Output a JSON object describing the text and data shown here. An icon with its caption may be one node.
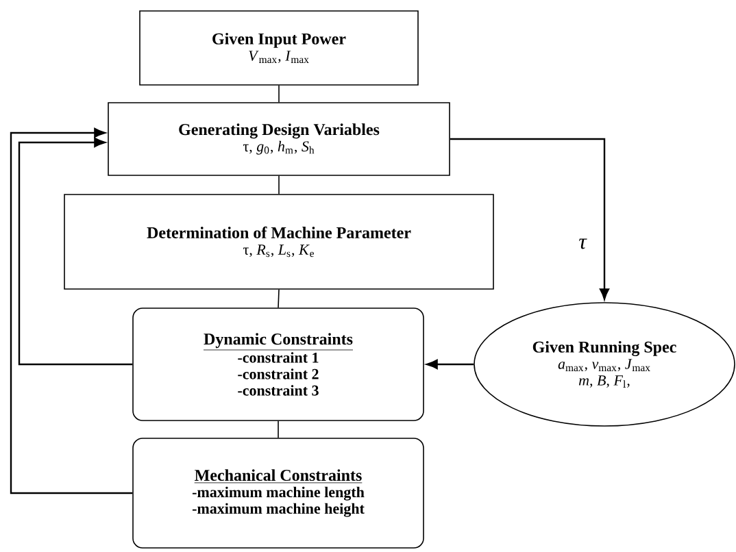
{
  "diagram": {
    "nodes": [
      {
        "text": [
          "Given Input Power",
          "*V*$_{max}$, *I*$_{max}$"
        ]
      },
      {
        "text": [
          "Generating Design Variables",
          "τ, *g*$_{0}$, *h*$_{m}$, *S*$_{h}$"
        ]
      },
      {
        "text": [
          "Determination of Machine Parameter",
          "τ, *R*$_{s}$, *L*$_{s}$, *K*$_{e}$"
        ]
      },
      {
        "text": [
          "Dynamic Constraints",
          "-constraint 1",
          "-constraint 2",
          "-constraint 3"
        ]
      },
      {
        "text": [
          "Mechanical Constraints",
          "-maximum machine length",
          "-maximum machine height"
        ]
      },
      {
        "text": [
          "Given Running Spec",
          "*a*$_{max}$, *v*$_{max}$, *J*$_{max}$",
          "*m*, *B*, *F*$_{l}$,"
        ]
      }
    ],
    "edges": [
      {
        "from": 0,
        "to": 1,
        "arrow": "none"
      },
      {
        "from": 1,
        "to": 2,
        "arrow": "none"
      },
      {
        "from": 2,
        "to": 3,
        "arrow": "none"
      },
      {
        "from": 3,
        "to": 4,
        "arrow": "none"
      },
      {
        "from": 1,
        "to": 5,
        "arrow": "to",
        "label": "τ"
      },
      {
        "from": 5,
        "to": 3,
        "arrow": "to"
      },
      {
        "from": 3,
        "to": 1,
        "arrow": "to"
      },
      {
        "from": 4,
        "to": 1,
        "arrow": "to"
      }
    ]
  }
}
